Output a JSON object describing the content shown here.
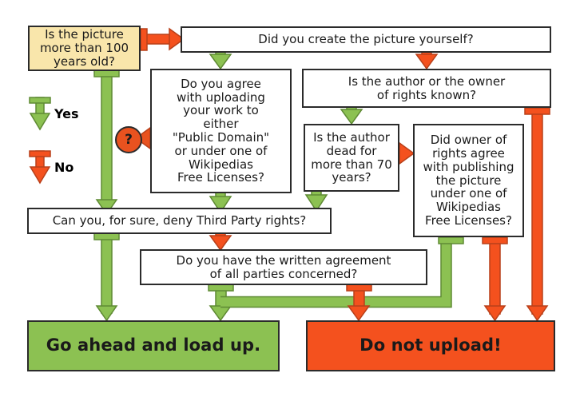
{
  "diagram": {
    "title": "Wikipedia image upload decision flowchart",
    "colors": {
      "yes": "#8cc152",
      "no": "#f4511e",
      "start_fill": "#f9e6ab",
      "node_fill": "#ffffff",
      "stroke": "#2b2b2b",
      "background": "#ffffff"
    },
    "legend": {
      "yes_label": "Yes",
      "no_label": "No"
    },
    "help_marker": "?",
    "nodes": {
      "start": "Is the picture more than 100 years old?",
      "created_yourself": "Did you create the picture yourself?",
      "agree_upload": "Do you agree with uploading your work to either \"Public Domain\" or under one of Wikipedias Free Licenses?",
      "author_known": "Is the author or the owner of rights known?",
      "author_dead": "Is the author dead for more than 70 years?",
      "owner_agree": "Did owner of rights agree with publishing the picture under one of Wikipedias Free Licenses?",
      "third_party": "Can you, for sure, deny Third Party rights?",
      "written_agreement": "Do you have the written agreement of all parties concerned?",
      "go_ahead": "Go ahead and load up.",
      "do_not_upload": "Do not upload!"
    },
    "node_lines": {
      "start": [
        "Is the picture",
        "more than 100",
        "years old?"
      ],
      "created_yourself": [
        "Did you create the picture yourself?"
      ],
      "agree_upload": [
        "Do you agree",
        "with uploading",
        "your work to",
        "either",
        "\"Public Domain\"",
        "or under one of",
        "Wikipedias",
        "Free Licenses?"
      ],
      "author_known": [
        "Is the author or the owner",
        "of rights known?"
      ],
      "author_dead": [
        "Is the author",
        "dead for",
        "more than 70",
        "years?"
      ],
      "owner_agree": [
        "Did owner of",
        "rights agree",
        "with publishing",
        "the picture",
        "under one of",
        "Wikipedias",
        "Free Licenses?"
      ],
      "third_party": [
        "Can you, for sure, deny Third Party rights?"
      ],
      "written_agreement": [
        "Do you have the written agreement",
        "of all parties concerned?"
      ],
      "go_ahead": [
        "Go ahead and load up."
      ],
      "do_not_upload": [
        "Do not upload!"
      ]
    }
  }
}
